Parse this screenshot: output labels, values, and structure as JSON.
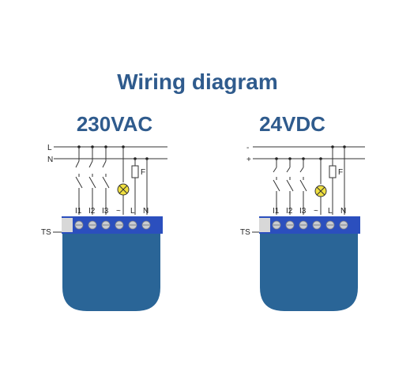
{
  "title": "Wiring diagram",
  "diagrams": [
    {
      "heading": "230VAC",
      "rail_top": "L",
      "rail_bottom": "N",
      "terminals": [
        "I1",
        "I2",
        "I3",
        "~",
        "L",
        "N"
      ],
      "fuse": "F",
      "sensor": "TS"
    },
    {
      "heading": "24VDC",
      "rail_top": "-",
      "rail_bottom": "+",
      "terminals": [
        "I1",
        "I2",
        "I3",
        "~",
        "L",
        "N"
      ],
      "fuse": "F",
      "sensor": "TS"
    }
  ],
  "colors": {
    "heading": "#2f5b8d",
    "device_body": "#2a6597",
    "terminal_block": "#2b4fbe",
    "screw": "#c9ccd2",
    "lamp": "#f0e040"
  }
}
